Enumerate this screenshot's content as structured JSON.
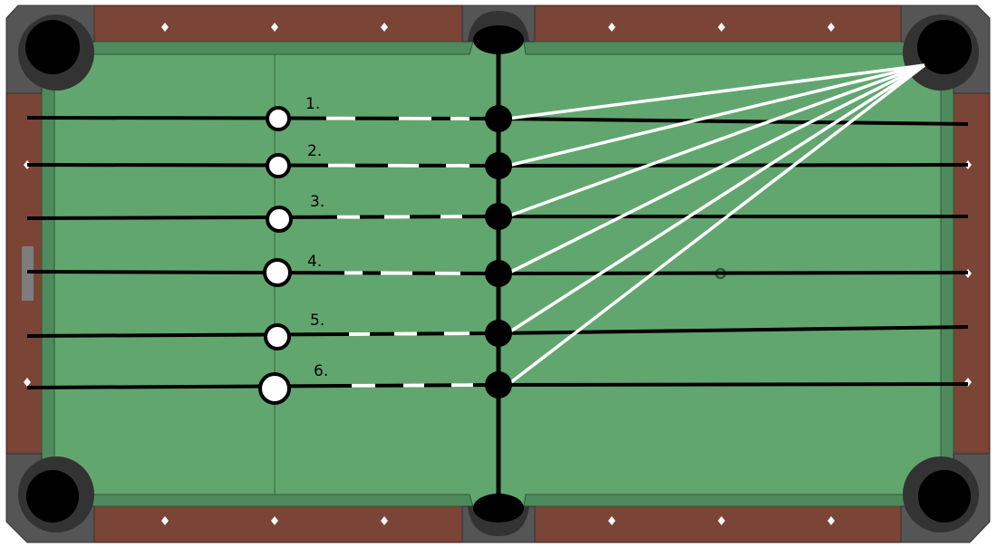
{
  "diagram": {
    "title": "Pool table shot diagram: six object-ball positions aimed at the top-right corner pocket",
    "colors": {
      "felt": "#62a66f",
      "cushion": "#4f8a5c",
      "rail_wood": "#7a4436",
      "pocket_frame": "#555555",
      "pocket_rim": "#333333",
      "pocket_hole": "#000000",
      "diamond": "#ffffff",
      "line": "#000000",
      "aim_line": "#ffffff"
    },
    "target_pocket": "top-right",
    "shots": [
      {
        "label": "1.",
        "cue_ball": "white",
        "object_ball": "black"
      },
      {
        "label": "2.",
        "cue_ball": "white",
        "object_ball": "black"
      },
      {
        "label": "3.",
        "cue_ball": "white",
        "object_ball": "black"
      },
      {
        "label": "4.",
        "cue_ball": "white",
        "object_ball": "black"
      },
      {
        "label": "5.",
        "cue_ball": "white",
        "object_ball": "black"
      },
      {
        "label": "6.",
        "cue_ball": "white",
        "object_ball": "black"
      }
    ],
    "markers": {
      "head_string": "thin line at head string",
      "center_string": "black vertical line through side pockets",
      "foot_spot": "small ring on right half"
    }
  }
}
